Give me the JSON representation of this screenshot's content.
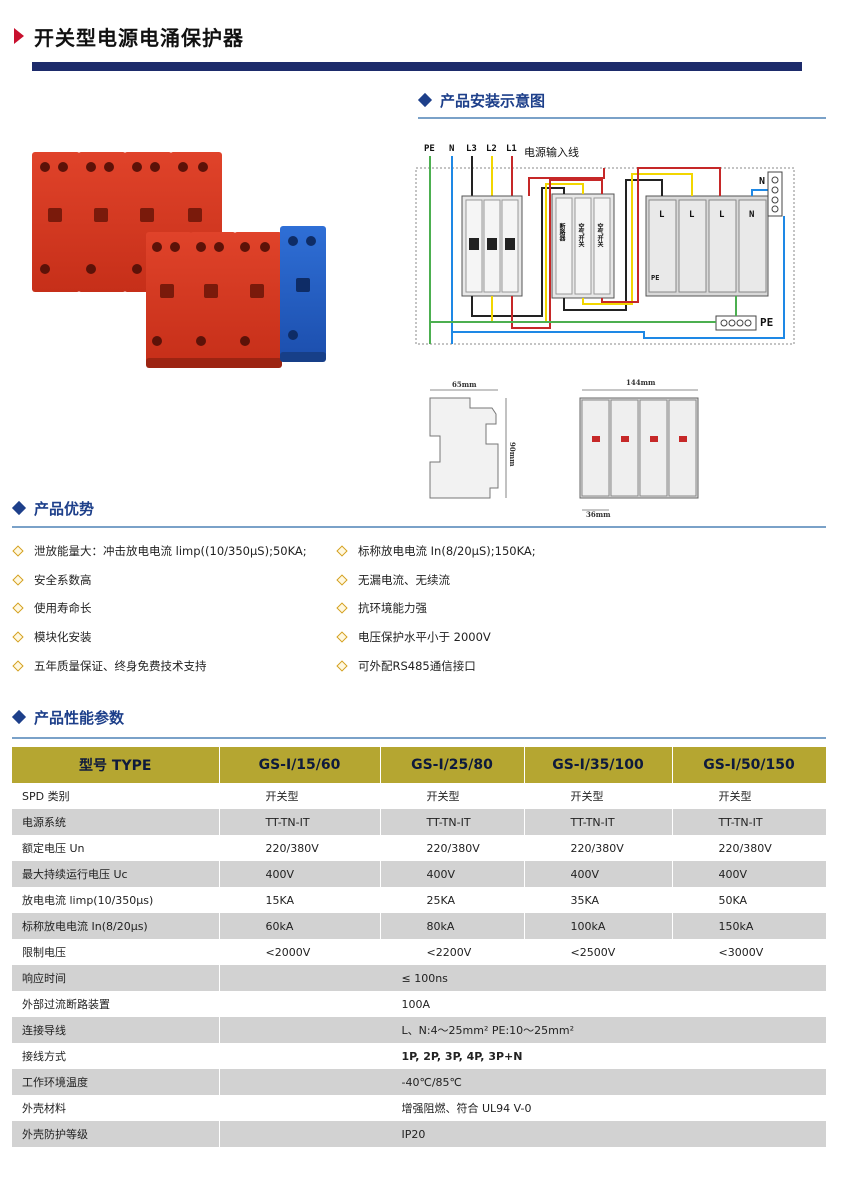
{
  "page": {
    "title": "开关型电源电涌保护器"
  },
  "sections": {
    "install": "产品安装示意图",
    "advantages": "产品优势",
    "params": "产品性能参数"
  },
  "wiring": {
    "caption": "电源输入线",
    "terminals": [
      "PE",
      "N",
      "L3",
      "L2",
      "L1"
    ],
    "n_label": "N",
    "pe_label": "PE",
    "breaker_text": "断路器",
    "switch_text": "空气开关",
    "module_labels": [
      "L",
      "L",
      "L",
      "N"
    ],
    "module_pe": "PE",
    "colors": {
      "pe": "#4caf50",
      "n": "#1e88e5",
      "l3": "#222222",
      "l2": "#f2d600",
      "l1": "#c62828"
    }
  },
  "dimensions": {
    "width_side": "65mm",
    "height_side": "90mm",
    "width_front": "144mm",
    "module_width": "36mm"
  },
  "advantages": {
    "left": [
      "泄放能量大：冲击放电电流 limp((10/350μS);50KA;",
      "安全系数高",
      "使用寿命长",
      "模块化安装",
      "五年质量保证、终身免费技术支持"
    ],
    "right": [
      "标称放电电流 In(8/20μS);150KA;",
      "无漏电流、无续流",
      "抗环境能力强",
      "电压保护水平小于 2000V",
      "可外配RS485通信接口"
    ]
  },
  "table": {
    "headers": [
      "型号 TYPE",
      "GS-I/15/60",
      "GS-I/25/80",
      "GS-I/35/100",
      "GS-I/50/150"
    ],
    "rows": [
      {
        "label": "SPD 类别",
        "values": [
          "开关型",
          "开关型",
          "开关型",
          "开关型"
        ]
      },
      {
        "label": "电源系统",
        "values": [
          "TT-TN-IT",
          "TT-TN-IT",
          "TT-TN-IT",
          "TT-TN-IT"
        ]
      },
      {
        "label": "额定电压 Un",
        "values": [
          "220/380V",
          "220/380V",
          "220/380V",
          "220/380V"
        ]
      },
      {
        "label": "最大持续运行电压 Uc",
        "values": [
          "400V",
          "400V",
          "400V",
          "400V"
        ]
      },
      {
        "label": "放电电流 limp(10/350μs)",
        "values": [
          "15KA",
          "25KA",
          "35KA",
          "50KA"
        ]
      },
      {
        "label": "标称放电电流 In(8/20μs)",
        "values": [
          "60kA",
          "80kA",
          "100kA",
          "150kA"
        ]
      },
      {
        "label": "限制电压",
        "values": [
          "<2000V",
          "<2200V",
          "<2500V",
          "<3000V"
        ]
      }
    ],
    "span_rows": [
      {
        "label": "响应时间",
        "value": "≤ 100ns",
        "bold": false
      },
      {
        "label": "外部过流断路装置",
        "value": "100A",
        "bold": false
      },
      {
        "label": "连接导线",
        "value": "L、N:4～25mm²    PE:10～25mm²",
        "bold": false
      },
      {
        "label": "接线方式",
        "value": "1P, 2P, 3P, 4P, 3P+N",
        "bold": true
      },
      {
        "label": "工作环境温度",
        "value": "-40℃/85℃",
        "bold": false
      },
      {
        "label": "外壳材料",
        "value": "增强阻燃、符合 UL94 V-0",
        "bold": false
      },
      {
        "label": "外壳防护等级",
        "value": "IP20",
        "bold": false
      }
    ]
  }
}
